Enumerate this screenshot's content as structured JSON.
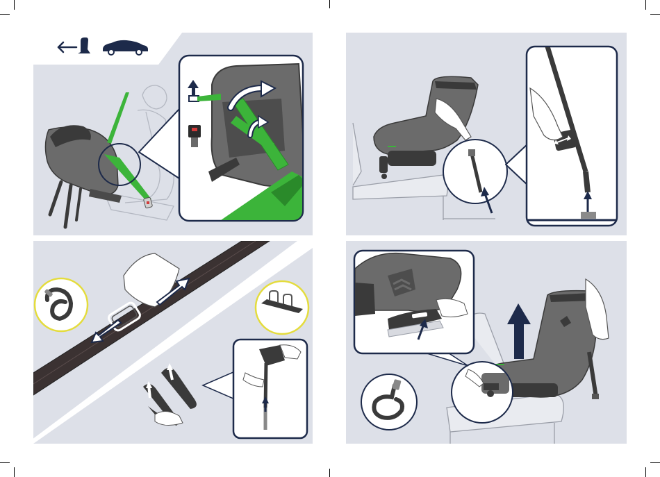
{
  "colors": {
    "panel_bg": "#dde0e8",
    "navy": "#1d2a4a",
    "green": "#3cb43a",
    "seat_gray": "#6b6b6b",
    "seat_dark": "#3a3a3a",
    "belt_dark": "#3b3232",
    "highlight_ring": "#e4dc3c",
    "outline": "#555555"
  },
  "icons": {
    "top_left_indicator": [
      "arrow-left-icon",
      "car-seat-icon",
      "car-icon"
    ],
    "panel_2": [
      "arrow-up-icon"
    ],
    "panel_3": [
      "double-arrow-icon"
    ],
    "panel_4": [
      "arrow-up-icon"
    ]
  },
  "panels": [
    {
      "id": "panel-1",
      "content": "rear-facing-installation-with-belt"
    },
    {
      "id": "panel-2",
      "content": "support-leg-adjustment"
    },
    {
      "id": "panel-3",
      "content": "belt-adjustment-and-accessories"
    },
    {
      "id": "panel-4",
      "content": "removal-of-seat"
    }
  ]
}
